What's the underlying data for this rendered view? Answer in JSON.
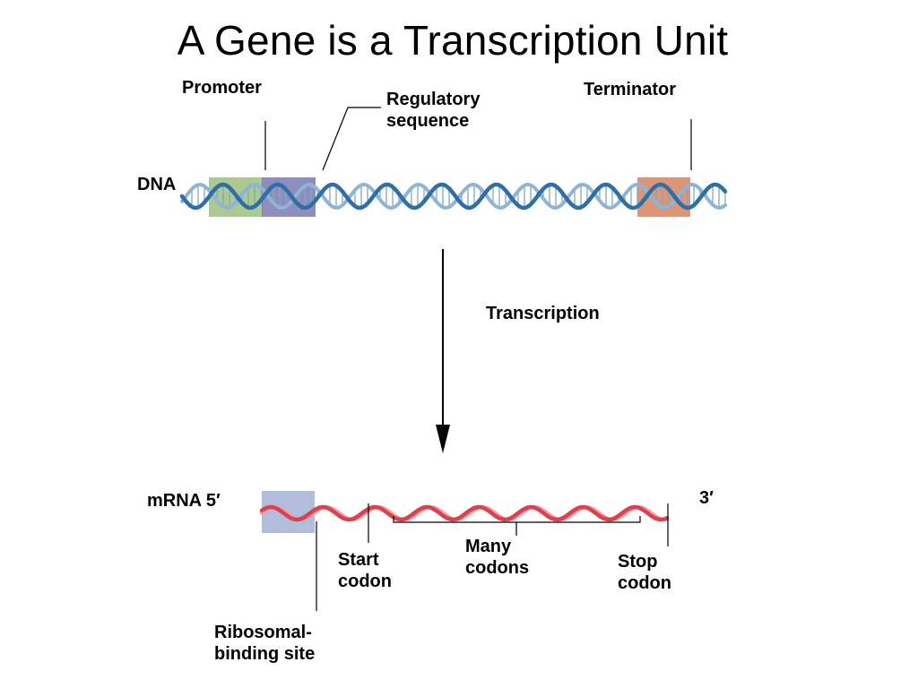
{
  "title": "A Gene is a Transcription Unit",
  "dna": {
    "label": "DNA",
    "promoter": "Promoter",
    "regulatory": [
      "Regulatory",
      "sequence"
    ],
    "terminator": "Terminator"
  },
  "process_label": "Transcription",
  "mrna": {
    "label": "mRNA 5′",
    "three_prime": "3′",
    "start_codon": [
      "Start",
      "codon"
    ],
    "many_codons": [
      "Many",
      "codons"
    ],
    "stop_codon": [
      "Stop",
      "codon"
    ],
    "ribosomal_site": [
      "Ribosomal-",
      "binding site"
    ]
  },
  "colors": {
    "dna_strand": "#2f6fa6",
    "dna_rung": "#7fa7c9",
    "promoter_box": "#9cbf7e",
    "regulatory_box": "#7b78b3",
    "terminator_box": "#d98a68",
    "mrna_strand": "#d9434f",
    "ribosome_box": "#a9b6d6"
  }
}
